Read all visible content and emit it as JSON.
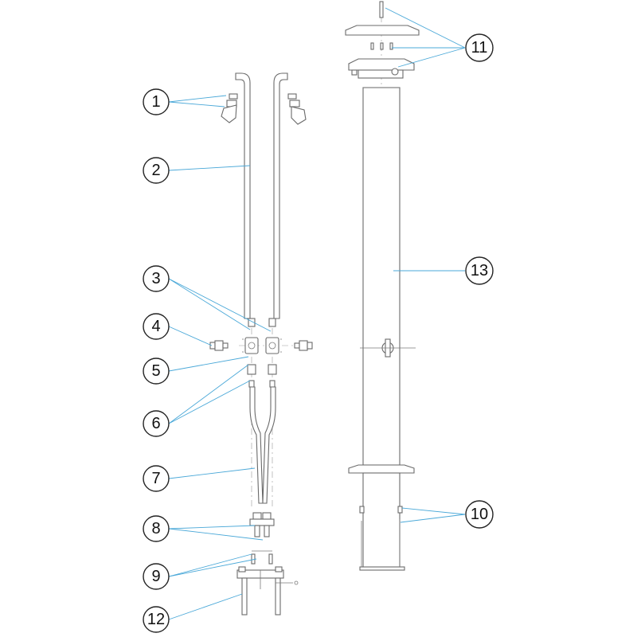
{
  "callouts": [
    {
      "id": "1",
      "label": "1"
    },
    {
      "id": "2",
      "label": "2"
    },
    {
      "id": "3",
      "label": "3"
    },
    {
      "id": "4",
      "label": "4"
    },
    {
      "id": "5",
      "label": "5"
    },
    {
      "id": "6",
      "label": "6"
    },
    {
      "id": "7",
      "label": "7"
    },
    {
      "id": "8",
      "label": "8"
    },
    {
      "id": "9",
      "label": "9"
    },
    {
      "id": "10",
      "label": "10"
    },
    {
      "id": "11",
      "label": "11"
    },
    {
      "id": "12",
      "label": "12"
    },
    {
      "id": "13",
      "label": "13"
    }
  ],
  "colors": {
    "leader": "#4aa8d8",
    "outline": "#6a6a6a",
    "callout": "#222222"
  }
}
